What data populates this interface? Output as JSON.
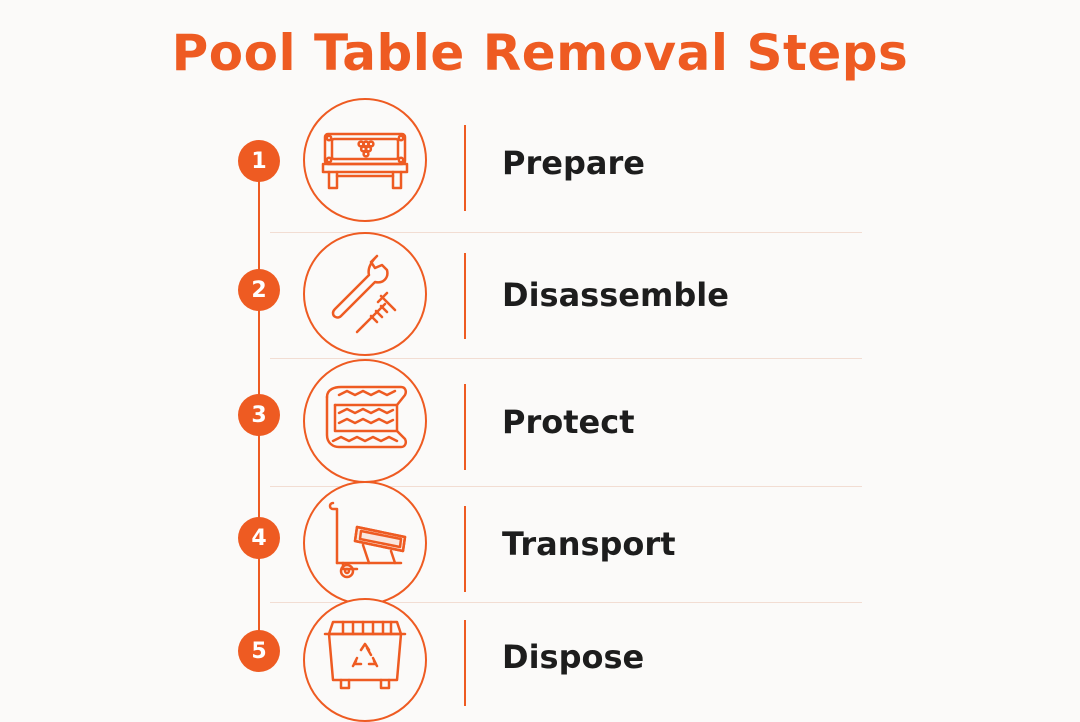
{
  "title": "Pool Table Removal Steps",
  "colors": {
    "accent": "#ee5b22",
    "divider": "#f2ddd3",
    "text": "#1d1d1d",
    "background": "#fbfaf9"
  },
  "steps": [
    {
      "number": "1",
      "label": "Prepare",
      "icon": "pool-table-icon"
    },
    {
      "number": "2",
      "label": "Disassemble",
      "icon": "wrench-screw-icon"
    },
    {
      "number": "3",
      "label": "Protect",
      "icon": "folded-blanket-icon"
    },
    {
      "number": "4",
      "label": "Transport",
      "icon": "hand-truck-icon"
    },
    {
      "number": "5",
      "label": "Dispose",
      "icon": "recycle-dumpster-icon"
    }
  ]
}
